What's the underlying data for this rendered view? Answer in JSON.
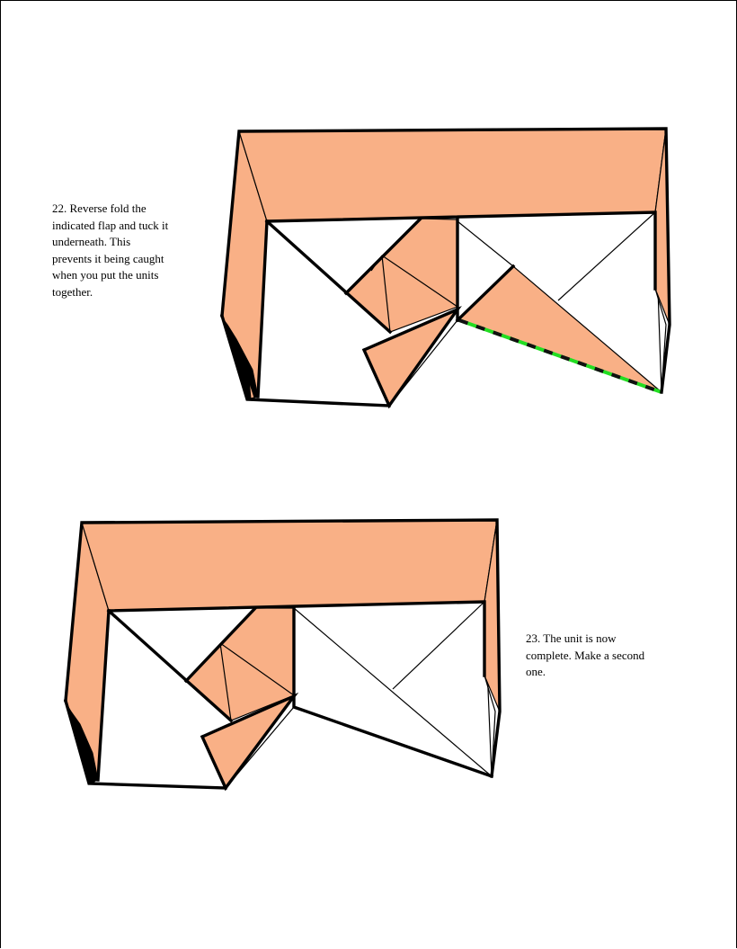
{
  "colors": {
    "paper": "#f9b086",
    "outline": "#000000",
    "inside": "#ffffff",
    "fold_line_a": "#22dd22",
    "fold_line_b": "#111111"
  },
  "steps": [
    {
      "number": "22.",
      "text": "22.  Reverse fold the\nindicated flap and tuck it\nunderneath.  This\nprevents it being caught\nwhen you put the units\ntogether."
    },
    {
      "number": "23.",
      "text": "23.  The unit is now\ncomplete.  Make a second\none."
    }
  ]
}
